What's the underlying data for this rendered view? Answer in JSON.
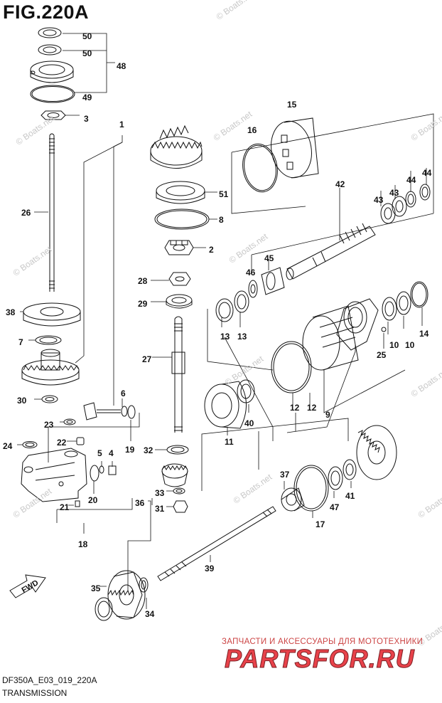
{
  "figure": {
    "title": "FIG.220A",
    "model_code": "DF350A_E03_019_220A",
    "section_name": "TRANSMISSION",
    "direction_label": "FWD"
  },
  "callouts": [
    "1",
    "2",
    "3",
    "4",
    "5",
    "6",
    "7",
    "8",
    "10",
    "10",
    "11",
    "12",
    "12",
    "13",
    "13",
    "14",
    "15",
    "16",
    "17",
    "18",
    "19",
    "20",
    "21",
    "22",
    "23",
    "24",
    "25",
    "26",
    "27",
    "28",
    "29",
    "30",
    "31",
    "32",
    "33",
    "34",
    "35",
    "36",
    "37",
    "38",
    "39",
    "40",
    "41",
    "42",
    "43",
    "43",
    "44",
    "44",
    "45",
    "46",
    "47",
    "48",
    "49",
    "50",
    "50",
    "51",
    "9"
  ],
  "watermark": "© Boats.net",
  "promo": {
    "tagline": "ЗАПЧАСТИ И АКСЕССУАРЫ ДЛЯ МОТОТЕХНИКИ",
    "brand": "PARTSFOR.RU"
  },
  "colors": {
    "line": "#111111",
    "brand": "#e8424a",
    "brand_outline": "#7a1e22",
    "watermark": "#c8c8c8"
  }
}
